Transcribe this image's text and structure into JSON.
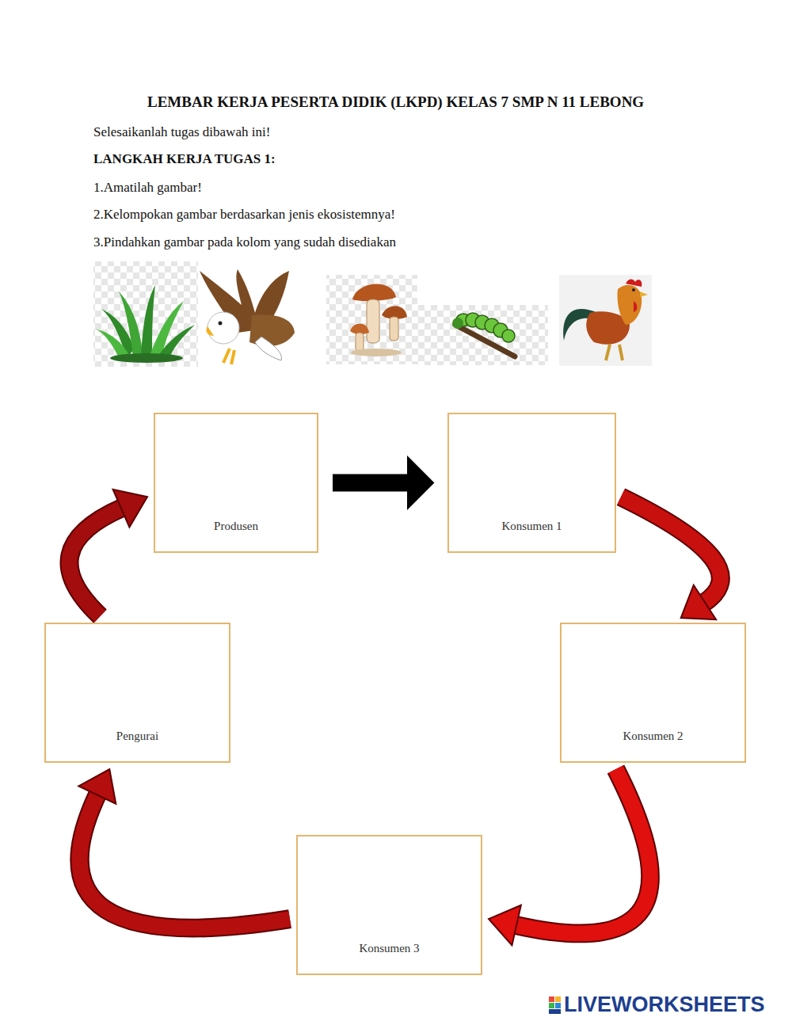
{
  "diagram": {
    "title": "LEMBAR KERJA PESERTA DIDIK (LKPD) KELAS 7 SMP N 11 LEBONG",
    "nodes": [
      {
        "text": [
          "Produsen"
        ]
      },
      {
        "text": [
          "Konsumen 1"
        ]
      },
      {
        "text": [
          "Konsumen 2"
        ]
      },
      {
        "text": [
          "Konsumen 3"
        ]
      },
      {
        "text": [
          "Pengurai"
        ]
      }
    ],
    "edges": [
      {
        "from": 0,
        "to": 1,
        "arrow": "to"
      },
      {
        "from": 1,
        "to": 2,
        "arrow": "to"
      },
      {
        "from": 2,
        "to": 3,
        "arrow": "to"
      },
      {
        "from": 3,
        "to": 4,
        "arrow": "to"
      },
      {
        "from": 4,
        "to": 0,
        "arrow": "to"
      }
    ],
    "labels": [
      "Selesaikanlah tugas dibawah ini!",
      "LANGKAH KERJA TUGAS 1:",
      "1.Amatilah gambar!",
      "2.Kelompokan gambar berdasarkan jenis ekosistemnya!",
      "3.Pindahkan gambar pada kolom yang sudah disediakan",
      "LIVEWORKSHEETS"
    ]
  }
}
